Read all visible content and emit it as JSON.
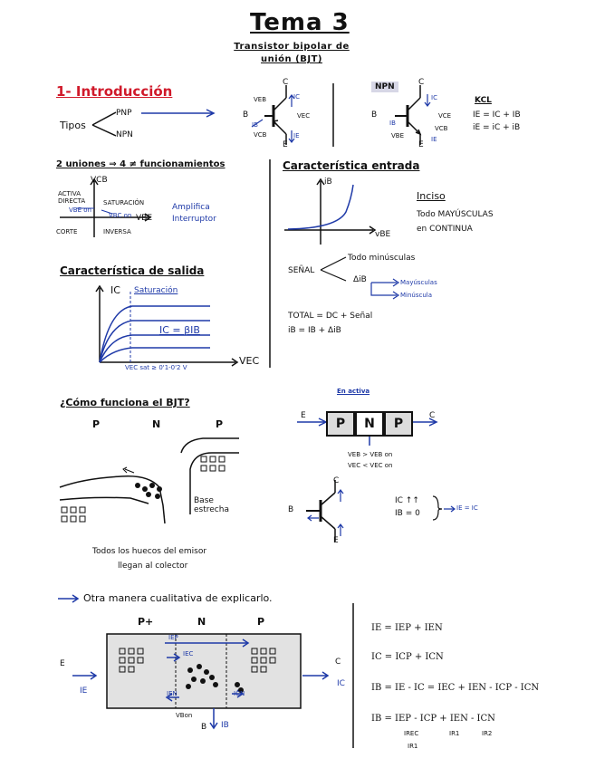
{
  "header": {
    "title": "Tema 3",
    "subtitle_line1": "Transistor bipolar de",
    "subtitle_line2": "unión (BJT)"
  },
  "intro": {
    "heading": "1- Introducción",
    "tipos_label": "Tipos",
    "pnp": "PNP",
    "npn": "NPN",
    "npn_badge": "NPN",
    "kcl_title": "KCL",
    "kcl_eq1": "IE = IC + IB",
    "kcl_eq2": "iE = iC + iB",
    "pnp_labels": {
      "c": "C",
      "b": "B",
      "e": "E",
      "veb": "VEB",
      "vec": "VEC",
      "vcb": "VCB",
      "ib": "IB",
      "ie": "IE",
      "ic": "IC"
    },
    "npn_labels": {
      "c": "C",
      "b": "B",
      "e": "E",
      "vbe": "VBE",
      "vce": "VCE",
      "vcb": "VCB",
      "ic": "IC",
      "ie": "IE",
      "ib": "IB"
    }
  },
  "modes": {
    "heading": "2 uniones ⇒ 4 ≠ funcionamientos",
    "axis_y": "VCB",
    "axis_x": "VBE",
    "q_active": "ACTIVA DIRECTA",
    "q_sat": "SATURACIÓN",
    "q_cut": "CORTE",
    "q_inv": "INVERSA",
    "v_ceon": "VBE on",
    "v_bcon": "VBC on",
    "note1": "Amplifica",
    "note2": "Interruptor"
  },
  "input_char": {
    "heading": "Característica entrada",
    "y_label": "iB",
    "x_label": "vBE",
    "notation_title": "Inciso",
    "notation1": "Todo MAYÚSCULAS",
    "notation2": "en CONTINUA",
    "signal_label": "SEÑAL",
    "signal_minus": "Todo minúsculas",
    "signal_delta": "ΔiB",
    "signal_upper": "Mayúsculas",
    "signal_lower": "Minúscula",
    "total1": "TOTAL = DC + Señal",
    "total2": "iB = IB + ΔiB"
  },
  "output_char": {
    "heading": "Característica de salida",
    "y_label": "IC",
    "x_label": "VEC",
    "region": "Saturación",
    "eq": "IC = βIB",
    "vsat": "VEC sat ≥ 0'1-0'2 V"
  },
  "how": {
    "heading": "¿Cómo funciona el BJT?",
    "p1": "P",
    "n": "N",
    "p2": "P",
    "base_note": "Base estrecha",
    "caption1": "Todos los huecos del emisor",
    "caption2": "llegan al colector",
    "active_title": "En activa",
    "e": "E",
    "c": "C",
    "blocks": [
      "P",
      "N",
      "P"
    ],
    "cond1": "VEB > VEB on",
    "cond2": "VEC < VEC on",
    "ib_label": "IC ↑↑",
    "ib_zero": "IB = 0",
    "result": "IE = IC"
  },
  "qualitative": {
    "heading": "Otra manera cualitativa de explicarlo.",
    "p_plus": "P+",
    "n": "N",
    "p": "P",
    "e": "E",
    "c": "C",
    "b": "B",
    "ie": "IE",
    "ic": "IC",
    "ib": "IB",
    "iep": "IEP",
    "iec": "IEC",
    "ien": "IEN",
    "icn": "ICN",
    "vbon": "VBon"
  },
  "equations": {
    "eq1": "IE = IEP + IEN",
    "eq2": "IC = ICP + ICN",
    "eq3": "IB = IE - IC = IEC + IEN - ICP - ICN",
    "eq4a": "IB = IEP - ICP + IEN - ICN",
    "eq4b": "IREC",
    "eq4c": "IR1",
    "eq4d": "IR2",
    "eq4e": "IR1"
  }
}
